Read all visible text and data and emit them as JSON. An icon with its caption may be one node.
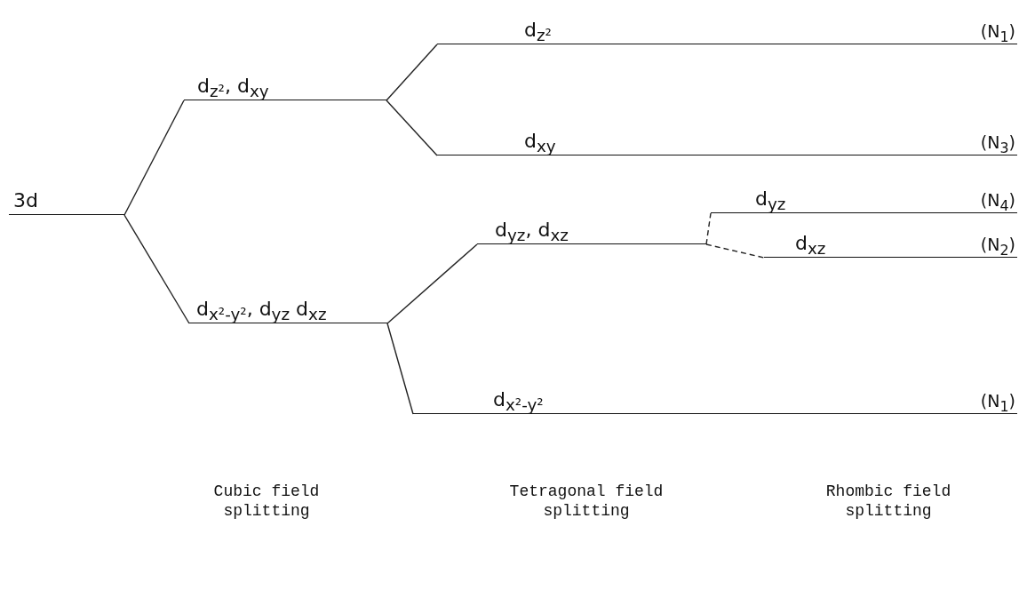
{
  "diagram": {
    "nodes": [
      {
        "text": [
          "3d"
        ]
      },
      {
        "text": [
          "d$_{z²}$, d$_{xy}$"
        ]
      },
      {
        "text": [
          "d$_{x²-y²}$, d$_{yz}$ d$_{xz}$"
        ]
      },
      {
        "text": [
          "d$_{z²}$"
        ],
        "beside": [
          "(N$_{1}$)"
        ]
      },
      {
        "text": [
          "d$_{xy}$"
        ],
        "beside": [
          "(N$_{3}$)"
        ]
      },
      {
        "text": [
          "d$_{yz}$, d$_{xz}$"
        ]
      },
      {
        "text": [
          "d$_{x²-y²}$"
        ],
        "beside": [
          "(N$_{1}$)"
        ]
      },
      {
        "text": [
          "d$_{yz}$"
        ],
        "beside": [
          "(N$_{4}$)"
        ]
      },
      {
        "text": [
          "d$_{xz}$"
        ],
        "beside": [
          "(N$_{2}$)"
        ]
      }
    ],
    "edges": [
      {
        "from": 0,
        "to": 1,
        "arrow": "none"
      },
      {
        "from": 0,
        "to": 2,
        "arrow": "none"
      },
      {
        "from": 1,
        "to": 3,
        "arrow": "none"
      },
      {
        "from": 1,
        "to": 4,
        "arrow": "none"
      },
      {
        "from": 2,
        "to": 5,
        "arrow": "none"
      },
      {
        "from": 2,
        "to": 6,
        "arrow": "none"
      },
      {
        "from": 5,
        "to": 7,
        "arrow": "none",
        "style": "dashed"
      },
      {
        "from": 5,
        "to": 8,
        "arrow": "none",
        "style": "dashed"
      }
    ],
    "labels": [
      "Cubic field splitting",
      "Tetragonal field splitting",
      "Rhombic field splitting"
    ]
  }
}
